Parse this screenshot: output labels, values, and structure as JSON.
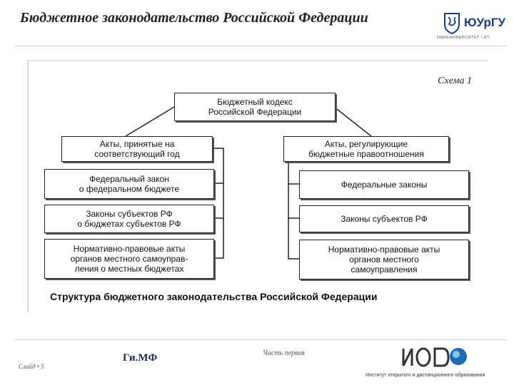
{
  "header": {
    "title": "Бюджетное законодательство Российской Федерации",
    "logo_name": "ЮУрГУ",
    "logo_sub": "НИИЕНИВЕРСИТЕТ / ИТ"
  },
  "scheme": {
    "label": "Схема 1",
    "root": "Бюджетный кодекс\nРоссийской Федерации",
    "left_branch": "Акты, принятые на\nсоответствующий год",
    "right_branch": "Акты, регулирующие\nбюджетные правоотношения",
    "left_items": [
      "Федеральный закон\nо федеральном бюджете",
      "Законы субъектов РФ\nо бюджетах субъектов РФ",
      "Нормативно-правовые акты\nорганов местного самоуправ-\nления о местных бюджетах"
    ],
    "right_items": [
      "Федеральные законы",
      "Законы субъектов РФ",
      "Нормативно-правовые акты\nорганов местного\nсамоуправления"
    ],
    "caption": "Структура бюджетного законодательства Российской Федерации"
  },
  "footer": {
    "slide_label": "Слайд • 5",
    "brand": "Ги.МФ",
    "part": "Часть первая",
    "iodo_name": "ИОДО",
    "iodo_sub": "Институт открытого и дистанционного образования"
  },
  "colors": {
    "brand_blue": "#1a3f86",
    "rule": "#c9d4e3"
  },
  "icons": [
    "yurgu-emblem-icon",
    "iodo-logo-icon"
  ]
}
